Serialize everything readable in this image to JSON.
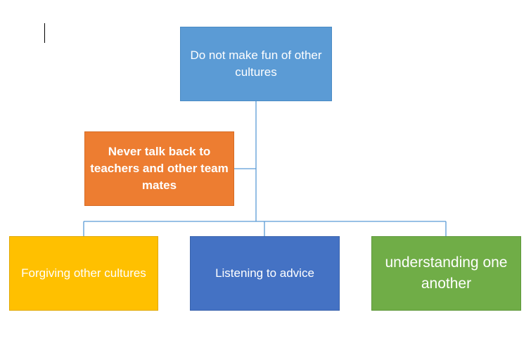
{
  "diagram": {
    "top": {
      "text": "Do not make fun of other cultures",
      "color": "#5b9bd5"
    },
    "assistant": {
      "text": "Never talk back  to teachers and other team mates",
      "color": "#ed7d31"
    },
    "children": [
      {
        "text": "Forgiving other cultures",
        "color": "#ffc000"
      },
      {
        "text": "Listening to advice",
        "color": "#4472c4"
      },
      {
        "text": "understanding one another",
        "color": "#70ad47"
      }
    ],
    "connector_color": "#5b9bd5"
  }
}
